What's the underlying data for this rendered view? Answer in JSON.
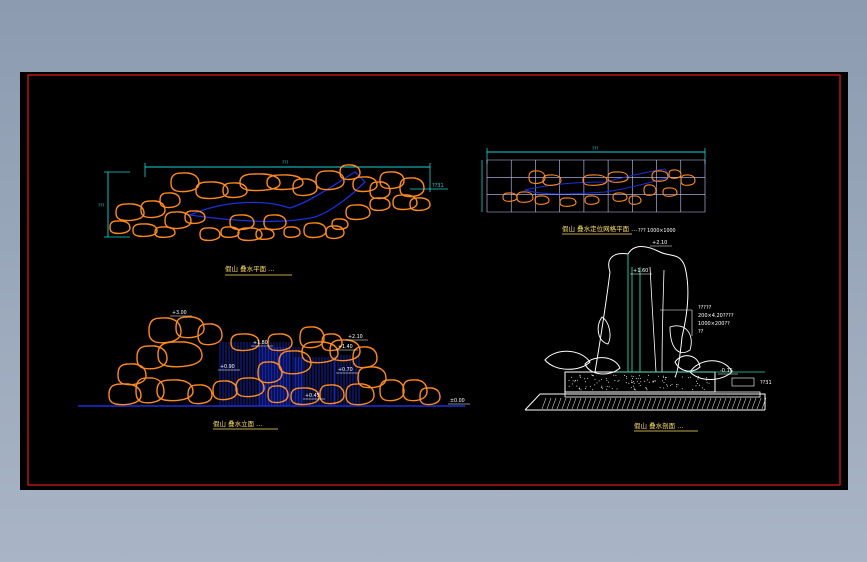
{
  "colors": {
    "background": "#000000",
    "frame": "#d01818",
    "rock": "#ff8a1e",
    "water": "#1a2fd8",
    "dimension": "#19d4d4",
    "line": "#ffffff",
    "pipe": "#2ad4a8",
    "grid": "#c8c8ff",
    "note": "#ffe066"
  },
  "views": {
    "plan": {
      "title": "假山 叠水平面 ...",
      "dim_top": "???",
      "dim_left": "???",
      "note": "??31"
    },
    "grid_plan": {
      "title": "假山 叠水定位网格平面 ...",
      "dim_top": "???",
      "grid_note": "??? 1000×1000"
    },
    "elevation": {
      "title": "假山 叠水立面 ...",
      "levels": [
        "+3.00",
        "+2.10",
        "+1.80",
        "+1.40",
        "+0.90",
        "+0.70",
        "+0.45",
        "±0.00"
      ]
    },
    "section": {
      "title": "假山 叠水剖面 ...",
      "levels": [
        "+2.10",
        "+1.60",
        "-0.15"
      ],
      "notes": [
        "?????",
        "200×4.20????",
        "1000×200??",
        "??",
        "??31"
      ]
    }
  }
}
